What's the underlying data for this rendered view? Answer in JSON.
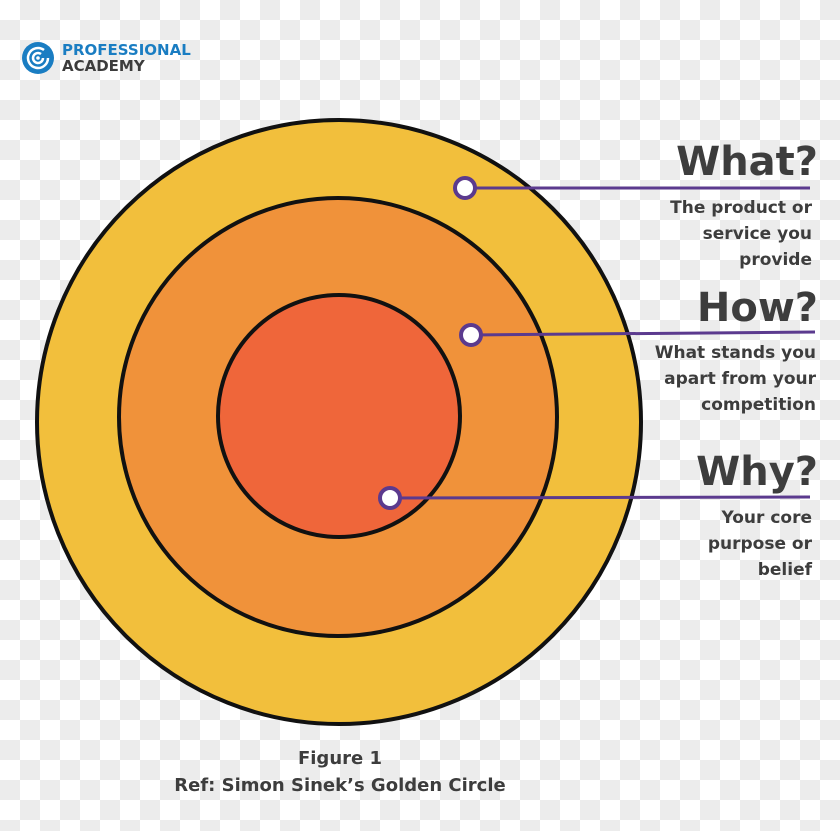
{
  "logo": {
    "line1": "PROFESSIONAL",
    "line2": "ACADEMY"
  },
  "colors": {
    "outer": "#f2bf3c",
    "middle": "#f0923a",
    "inner": "#ef663a",
    "connector": "#5b3a8e",
    "text": "#3d3d3d",
    "brand": "#1a7dc2"
  },
  "labels": [
    {
      "title": "What?",
      "description": [
        "The product or",
        "service you",
        "provide"
      ]
    },
    {
      "title": "How?",
      "description": [
        "What stands you",
        "apart from your",
        "competition"
      ]
    },
    {
      "title": "Why?",
      "description": [
        "Your core",
        "purpose or",
        "belief"
      ]
    }
  ],
  "caption": {
    "line1": "Figure 1",
    "line2": "Ref: Simon Sinek’s Golden Circle"
  }
}
